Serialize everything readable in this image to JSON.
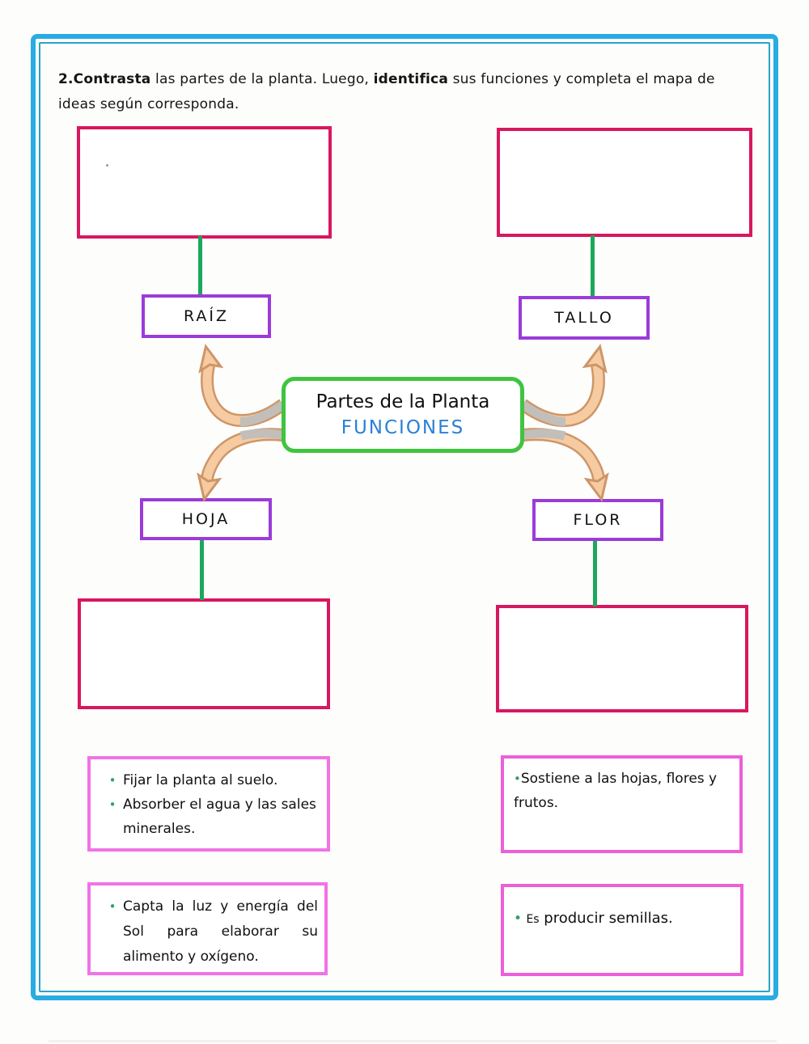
{
  "instruction": {
    "bold1": "2.Contrasta",
    "normal1": " las partes de la planta. Luego, ",
    "bold2": "identifica",
    "normal2": " sus funciones y completa el mapa de ideas según corresponda."
  },
  "map": {
    "center": {
      "title": "Partes de la Planta",
      "subtitle": "FUNCIONES"
    },
    "nodes": {
      "raiz": {
        "label": "RAÍZ"
      },
      "tallo": {
        "label": "TALLO"
      },
      "hoja": {
        "label": "HOJA"
      },
      "flor": {
        "label": "FLOR"
      }
    }
  },
  "answers": {
    "bullet": "•",
    "raiz": {
      "items": [
        "Fijar la planta al suelo.",
        "Absorber el agua y las sales minerales."
      ]
    },
    "tallo": {
      "text": "Sostiene a las hojas, flores y frutos."
    },
    "hoja": {
      "text": "Capta la luz y energía del Sol para elaborar su alimento y oxígeno."
    },
    "flor": {
      "prefix": "Es",
      "text": " producir semillas."
    }
  },
  "icons": {
    "arrow_to_raiz": "curved-arrow-up-left",
    "arrow_to_tallo": "curved-arrow-up-right",
    "arrow_to_hoja": "curved-arrow-down-left",
    "arrow_to_flor": "curved-arrow-down-right"
  },
  "colors": {
    "frame": "#29ACE3",
    "frame_inner_line": "#2BA2C8",
    "empty_box_border": "#D8175E",
    "part_box_border": "#9B3BD9",
    "center_box_border": "#3FC43F",
    "connector_line": "#1CA85C",
    "funciones_text": "#2B80D5",
    "answer_border_left": "#F173E6",
    "answer_border_right": "#EE5ED9",
    "arrow_fill": "#F6CBA2",
    "arrow_outline": "#CE9668",
    "arrow_tail_gray": "#C2BEB9",
    "bullet": "#2FA35C"
  }
}
